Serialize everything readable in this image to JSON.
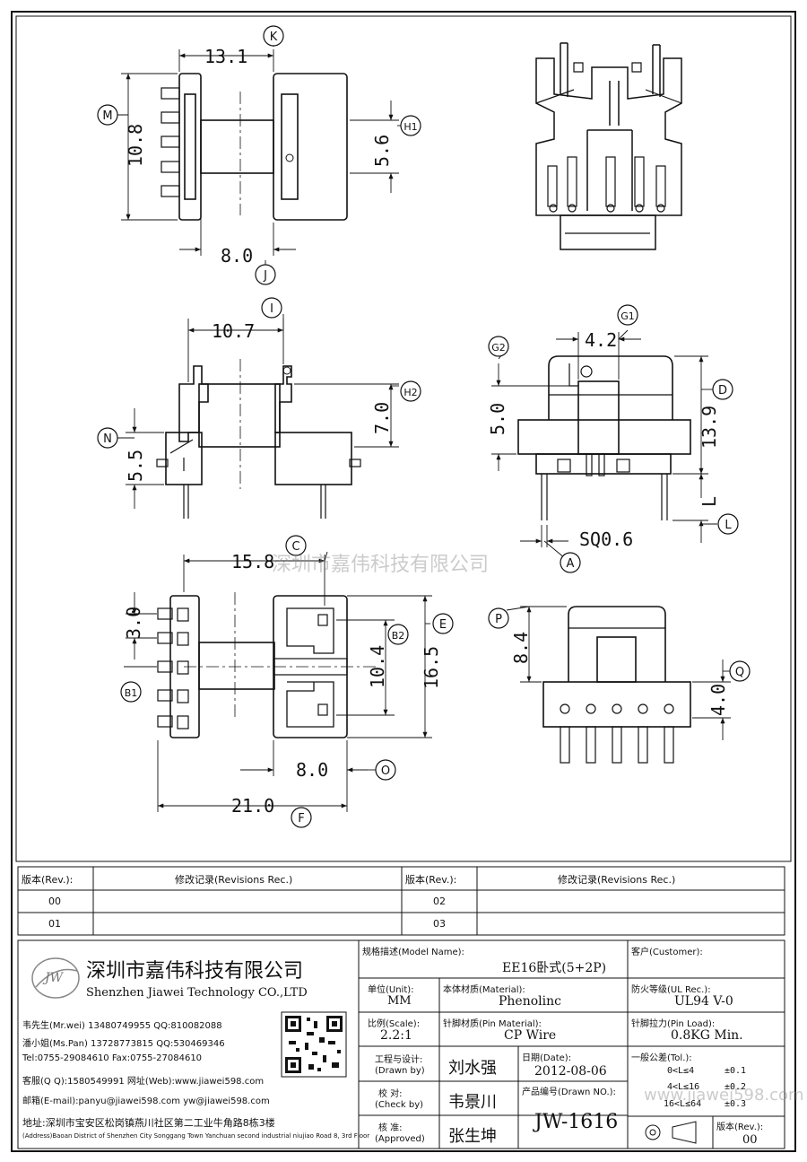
{
  "views": {
    "top": {
      "dim_k": "13.1",
      "dim_m": "10.8",
      "dim_h1": "5.6",
      "dim_j": "8.0",
      "k": "K",
      "m": "M",
      "h1": "H1",
      "j": "J"
    },
    "side": {
      "dim_i": "10.7",
      "dim_h2": "7.0",
      "dim_n": "5.5",
      "i": "I",
      "h2": "H2",
      "n": "N"
    },
    "front": {
      "dim_g1": "4.2",
      "dim_g2": "5.0",
      "dim_d": "13.9",
      "dim_l": "L",
      "dim_a": "SQ0.6",
      "g1": "G1",
      "g2": "G2",
      "d": "D",
      "l": "L",
      "a": "A"
    },
    "bottom": {
      "dim_c": "15.8",
      "dim_b1": "3.0",
      "dim_b2": "10.4",
      "dim_e": "16.5",
      "dim_o": "8.0",
      "dim_f": "21.0",
      "c": "C",
      "b1": "B1",
      "b2": "B2",
      "e": "E",
      "o": "O",
      "f": "F"
    },
    "end": {
      "dim_p": "8.4",
      "dim_q": "4.0",
      "p": "P",
      "q": "Q"
    }
  },
  "watermark": "深圳市嘉伟科技有限公司",
  "watermark2": "www.jiawei598.com",
  "revisions": {
    "header_rev": "版本(Rev.):",
    "header_rec": "修改记录(Revisions Rec.)",
    "rows": [
      [
        "00",
        "",
        "02",
        ""
      ],
      [
        "01",
        "",
        "03",
        ""
      ]
    ]
  },
  "company": {
    "logo": "JW",
    "name_cn": "深圳市嘉伟科技有限公司",
    "name_en": "Shenzhen Jiawei Technology CO.,LTD",
    "contacts": [
      "韦先生(Mr.wei) 13480749955 QQ:810082088",
      "潘小姐(Ms.Pan) 13728773815 QQ:530469346",
      "Tel:0755-29084610      Fax:0755-27084610",
      "客服(Q Q):1580549991   网址(Web):www.jiawei598.com",
      "邮箱(E-mail):panyu@jiawei598.com  yw@jiawei598.com"
    ],
    "address_cn": "地址:深圳市宝安区松岗镇燕川社区第二工业牛角路8栋3楼",
    "address_en": "(Address)Baoan District of Shenzhen City Songgang Town Yanchuan  second industrial niujiao Road 8, 3rd Floor"
  },
  "titleblock": {
    "model_label": "规格描述(Model Name):",
    "model_value": "EE16卧式(5+2P)",
    "customer_label": "客户(Customer):",
    "customer_value": "",
    "unit_label": "单位(Unit):",
    "unit_value": "MM",
    "material_label": "本体材质(Material):",
    "material_value": "Phenolinc",
    "ul_label": "防火等级(UL Rec.):",
    "ul_value": "UL94 V-0",
    "scale_label": "比例(Scale):",
    "scale_value": "2.2:1",
    "pin_label": "针脚材质(Pin Material):",
    "pin_value": "CP Wire",
    "load_label": "针脚拉力(Pin Load):",
    "load_value": "0.8KG Min.",
    "drawn_label": "工程与设计:",
    "drawn_label2": "(Drawn by)",
    "drawn_value": "刘水强",
    "date_label": "日期(Date):",
    "date_value": "2012-08-06",
    "tol_label": "一般公差(Tol.):",
    "tol_rows": [
      [
        "0<L≤4",
        "±0.1"
      ],
      [
        "4<L≤16",
        "±0.2"
      ],
      [
        "16<L≤64",
        "±0.3"
      ]
    ],
    "check_label": "校  对:",
    "check_label2": "(Check by)",
    "check_value": "韦景川",
    "drawno_label": "产品编号(Drawn NO.):",
    "drawno_value": "JW-1616",
    "approve_label": "核  准:",
    "approve_label2": "(Approved)",
    "approve_value": "张生坤",
    "rev_label": "版本(Rev.):",
    "rev_value": "00"
  }
}
